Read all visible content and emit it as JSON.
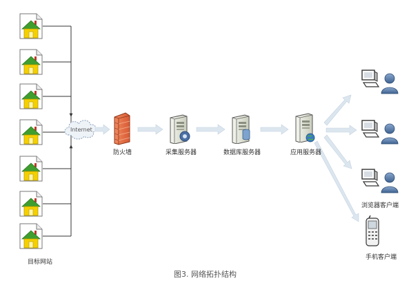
{
  "diagram": {
    "caption": "图3. 网络拓扑结构",
    "internet_label": "Internet",
    "target_sites_label": "目标网站",
    "firewall_label": "防火墙",
    "collector_label": "采集服务器",
    "database_label": "数据库服务器",
    "app_server_label": "应用服务器",
    "browser_client_label": "浏览器客户端",
    "mobile_client_label": "手机客户端"
  },
  "colors": {
    "house_wall": "#f5d000",
    "house_roof": "#3f9e2e",
    "chimney": "#c0392b",
    "firewall": "#e8724a",
    "server_body": "#e9ecdf",
    "arrow": "#dce6ef",
    "line": "#333333",
    "user": "#5a7fae"
  }
}
